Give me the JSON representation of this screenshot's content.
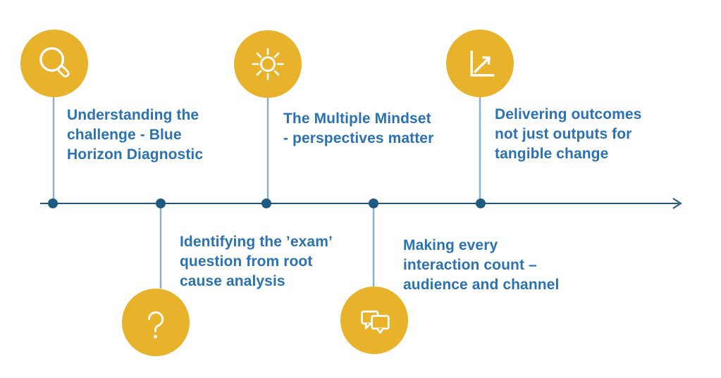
{
  "diagram": {
    "type": "horizontal-timeline",
    "background": "#ffffff",
    "colors": {
      "accent_yellow": "#E8B22A",
      "label_blue": "#2A72B3",
      "axis_blue": "#235978",
      "dot_blue": "#1D5B80",
      "connector_blue": "#8AB0CC",
      "icon_stroke": "#ffffff"
    },
    "axis": {
      "direction": "left-to-right",
      "arrowhead": "open-chevron",
      "dot_count": 5
    },
    "milestones": [
      {
        "id": 1,
        "position": "above-axis",
        "icon": "magnifier-icon",
        "label": "Understanding the challenge - Blue Horizon Diagnostic",
        "lines": [
          "Understanding the",
          "challenge - Blue",
          "Horizon Diagnostic"
        ]
      },
      {
        "id": 2,
        "position": "below-axis",
        "icon": "question-mark-icon",
        "label": "Identifying the ’exam’ question from root cause analysis",
        "lines": [
          "Identifying the ’exam’",
          "question from root",
          "cause analysis"
        ]
      },
      {
        "id": 3,
        "position": "above-axis",
        "icon": "sun-icon",
        "label": "The Multiple Mindset - perspectives matter",
        "lines": [
          "The Multiple Mindset",
          "- perspectives matter"
        ]
      },
      {
        "id": 4,
        "position": "below-axis",
        "icon": "chat-bubbles-icon",
        "label": "Making every interaction count – audience and channel",
        "lines": [
          "Making every",
          "interaction count –",
          "audience and channel"
        ]
      },
      {
        "id": 5,
        "position": "above-axis",
        "icon": "growth-chart-icon",
        "label": "Delivering outcomes not just outputs for tangible change",
        "lines": [
          "Delivering outcomes",
          "not just outputs for",
          "tangible change"
        ]
      }
    ]
  }
}
